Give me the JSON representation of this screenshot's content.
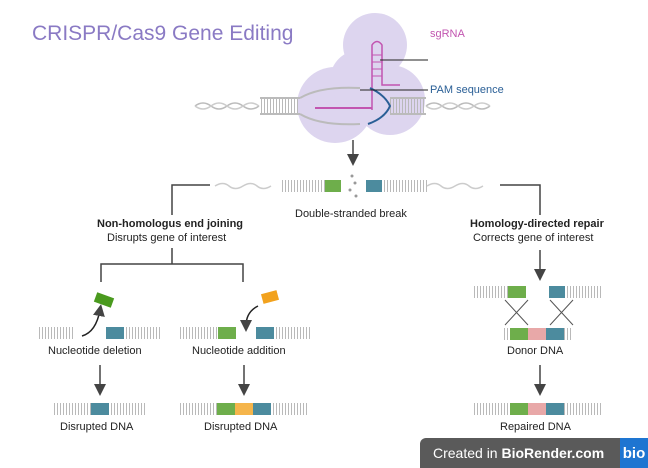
{
  "title": "CRISPR/Cas9 Gene Editing",
  "labels": {
    "sgrna": "sgRNA",
    "pam": "PAM sequence",
    "dsb": "Double-stranded break",
    "nhej_title": "Non-homologus end joining",
    "nhej_sub": "Disrupts gene of interest",
    "hdr_title": "Homology-directed repair",
    "hdr_sub": "Corrects gene of interest",
    "deletion": "Nucleotide deletion",
    "addition": "Nucleotide addition",
    "disrupted1": "Disrupted DNA",
    "disrupted2": "Disrupted DNA",
    "donor": "Donor DNA",
    "repaired": "Repaired DNA"
  },
  "colors": {
    "title": "#8a7ac4",
    "sgrna": "#c255b0",
    "pam": "#2a5f96",
    "green": "#4a9a1e",
    "teal": "#1f6e86",
    "orange": "#f2a21e",
    "pink": "#e8a8a8",
    "gray_dna": "#b9b9b9",
    "cas9": "#ddd5ef"
  },
  "badge": {
    "prefix": "Created in ",
    "brand": "BioRender.com",
    "logo": "bio"
  }
}
